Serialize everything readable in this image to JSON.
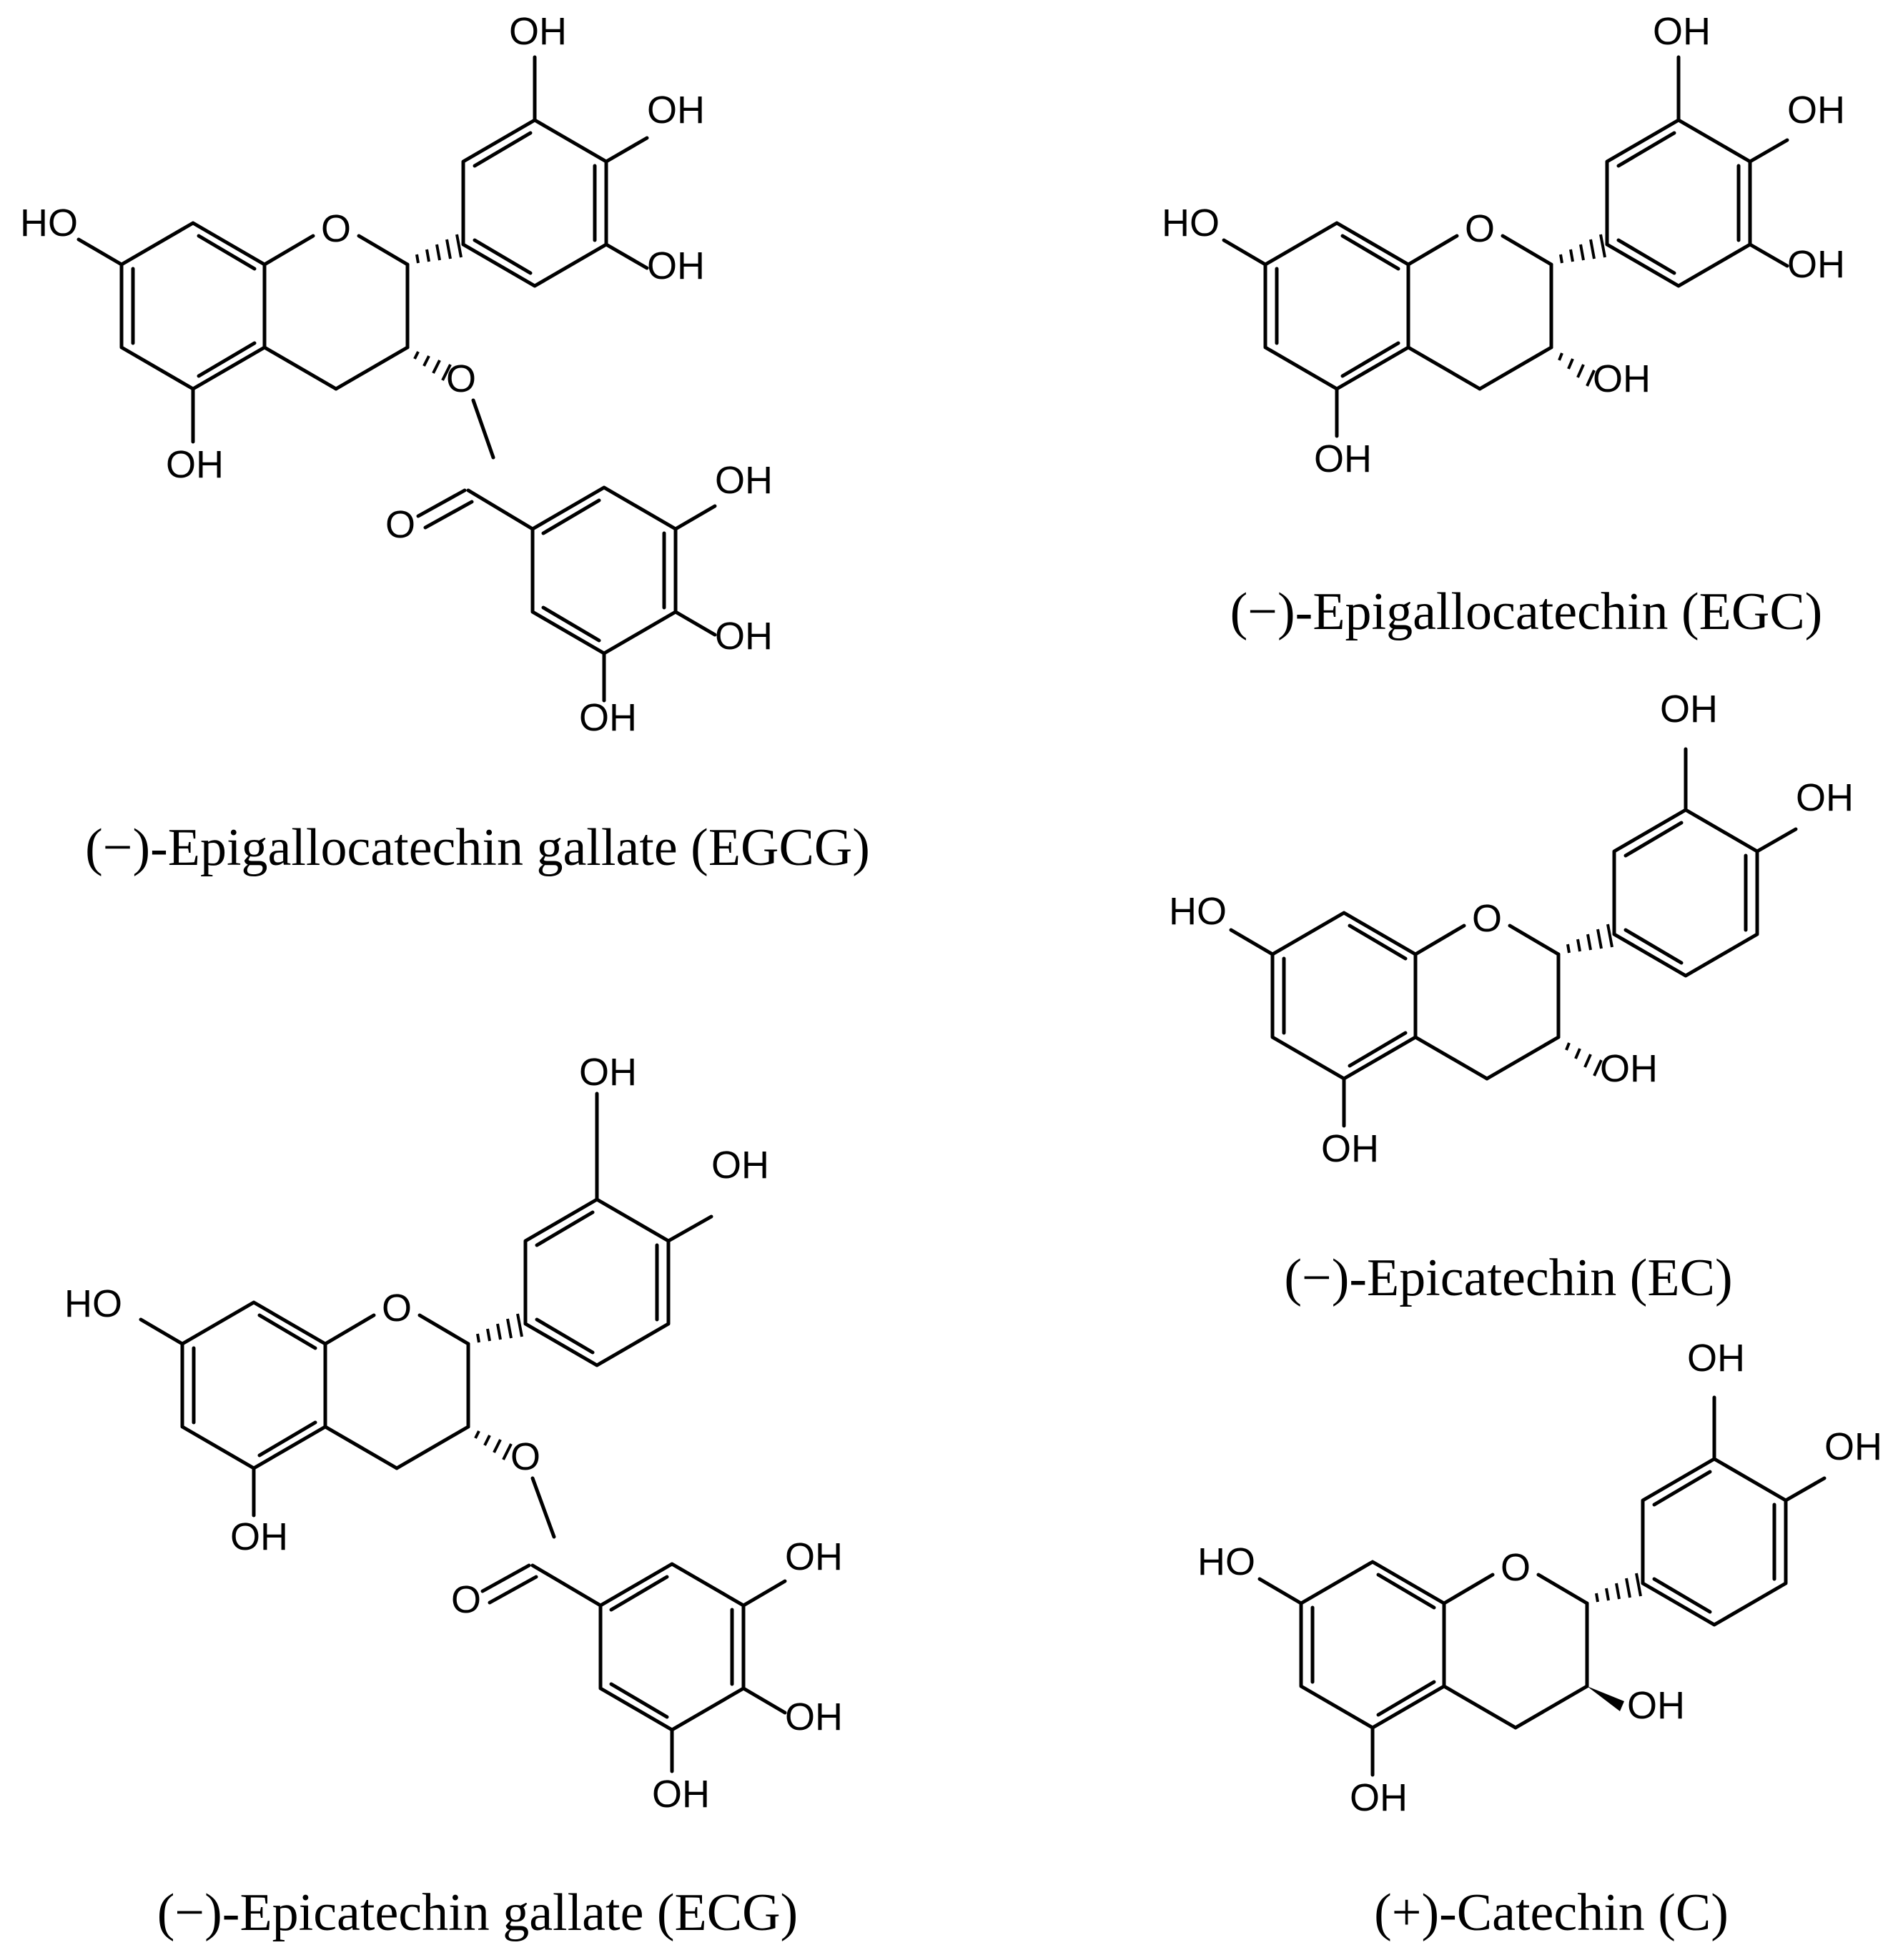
{
  "labels": {
    "oh": "OH",
    "ho": "HO",
    "o": "O"
  },
  "molecules": [
    {
      "id": "egcg",
      "caption": "(−)-Epigallocatechin gallate (EGCG)"
    },
    {
      "id": "egc",
      "caption": "(−)-Epigallocatechin (EGC)"
    },
    {
      "id": "ec",
      "caption": "(−)-Epicatechin (EC)"
    },
    {
      "id": "ecg",
      "caption": "(−)-Epicatechin gallate (ECG)"
    },
    {
      "id": "c",
      "caption": "(+)-Catechin (C)"
    }
  ]
}
